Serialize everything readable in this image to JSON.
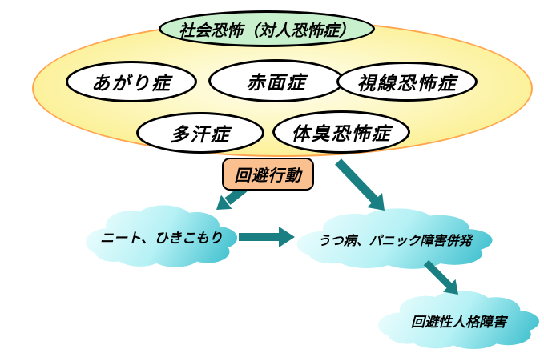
{
  "diagram": {
    "colors": {
      "big-ellipse-border": "#ffa64f",
      "big-ellipse-fill-center": "#fffdf2",
      "big-ellipse-fill-mid": "#fdf8c4",
      "big-ellipse-fill-edge": "#fcf19b",
      "green-ellipse-fill": "#c8f0cd",
      "sub-ellipse-fill": "#ffffff",
      "outline": "#000000",
      "box-fill": "#fac090",
      "arrow": "#1a7f82",
      "cloud-light": "#f6ffff",
      "cloud-mid": "#b5f1f5",
      "cloud-dark": "#2fb9c9",
      "text": "#000000"
    },
    "group": {
      "title": "社会恐怖（対人恐怖症）",
      "symptoms": [
        "あがり症",
        "赤面症",
        "視線恐怖症",
        "多汗症",
        "体臭恐怖症"
      ]
    },
    "box": {
      "label": "回避行動"
    },
    "clouds": {
      "neet": "ニート、ひきこもり",
      "depression": "うつ病、パニック障害併発",
      "avoidant": "回避性人格障害"
    },
    "connections": [
      {
        "from": "回避行動",
        "to": "ニート、ひきこもり"
      },
      {
        "from": "回避行動",
        "to": "うつ病、パニック障害併発"
      },
      {
        "from": "ニート、ひきこもり",
        "to": "うつ病、パニック障害併発"
      },
      {
        "from": "うつ病、パニック障害併発",
        "to": "回避性人格障害"
      }
    ]
  }
}
